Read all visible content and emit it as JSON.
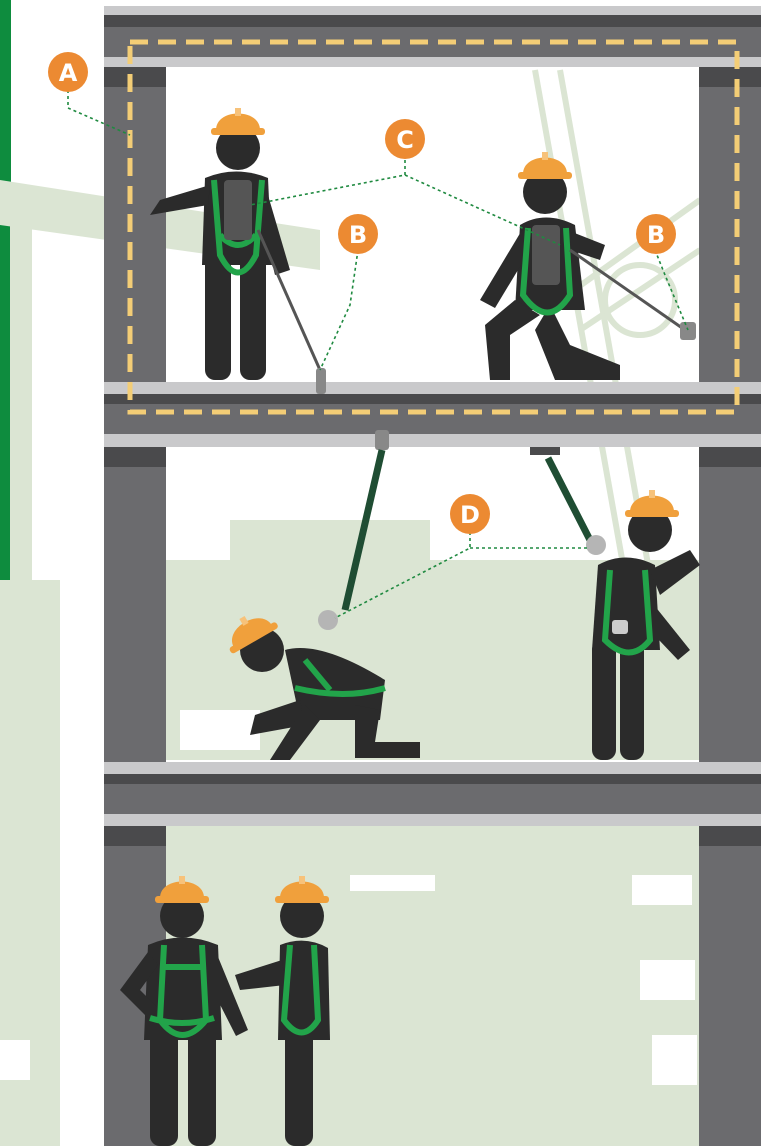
{
  "colors": {
    "accent_green": "#0e8c3e",
    "harness_green": "#22a44a",
    "helmet_orange": "#f0a03c",
    "callout_orange": "#ec8a32",
    "frame_gray": "#6b6b6e",
    "beam_gray": "#4a4a4c",
    "beam_light": "#c9c9cb",
    "worker_black": "#2b2b2b",
    "silhouette_green": "#dbe5d3",
    "anchor_zone_yellow": "#f3cd76"
  },
  "callouts": {
    "a": "A",
    "b_left": "B",
    "b_right": "B",
    "c": "C",
    "d": "D"
  }
}
